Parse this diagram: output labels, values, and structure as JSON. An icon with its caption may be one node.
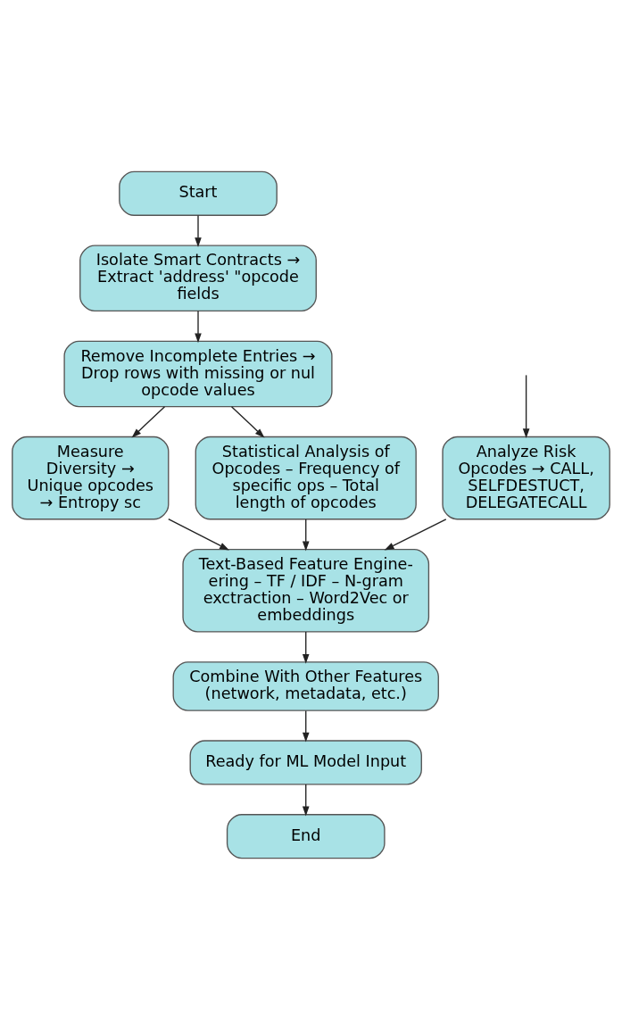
{
  "diagram": {
    "nodes": [
      {
        "text": [
          "Start"
        ]
      },
      {
        "text": [
          "Isolate Smart Contracts → Extract 'address' \"opcode fields"
        ]
      },
      {
        "text": [
          "Remove Incomplete Entries → Drop rows with missing or nul opcode values"
        ]
      },
      {
        "text": [
          "Measure Diversity → Unique opcodes → Entropy sc"
        ]
      },
      {
        "text": [
          "Statistical Analysis of Opcodes – Frequency of specific ops – Total length of opcodes"
        ]
      },
      {
        "text": [
          "Analyze Risk Opcodes → CALL, SELFDESTUCT, DELEGATECALL"
        ]
      },
      {
        "text": [
          "Text-Based Feature Engine-ering – TF / IDF – N-gram exctraction – Word2Vec or embeddings"
        ]
      },
      {
        "text": [
          "Combine With Other Features (network, metadata, etc.)"
        ]
      },
      {
        "text": [
          "Ready for ML Model Input"
        ]
      },
      {
        "text": [
          "End"
        ]
      }
    ],
    "edges": [
      {
        "from": 0,
        "to": 1,
        "arrow": "to"
      },
      {
        "from": 1,
        "to": 2,
        "arrow": "to"
      },
      {
        "from": 2,
        "to": 3,
        "arrow": "to"
      },
      {
        "from": 2,
        "to": 4,
        "arrow": "to"
      },
      {
        "from": null,
        "to": 5,
        "arrow": "to"
      },
      {
        "from": 3,
        "to": 6,
        "arrow": "to"
      },
      {
        "from": 4,
        "to": 6,
        "arrow": "to"
      },
      {
        "from": 5,
        "to": 6,
        "arrow": "to"
      },
      {
        "from": 6,
        "to": 7,
        "arrow": "to"
      },
      {
        "from": 7,
        "to": 8,
        "arrow": "to"
      },
      {
        "from": 8,
        "to": 9,
        "arrow": "to"
      }
    ]
  }
}
